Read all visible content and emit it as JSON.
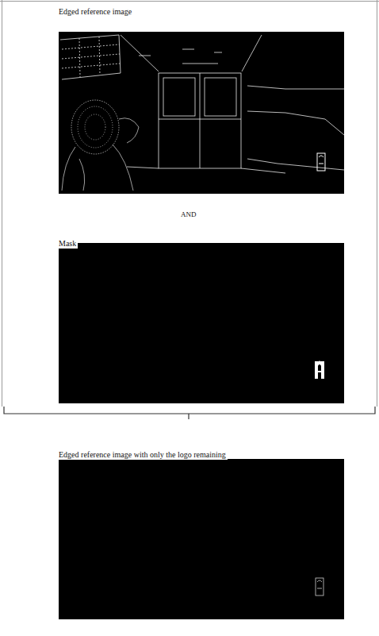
{
  "diagram": {
    "nodes": [
      {
        "text": [
          "Edged reference image"
        ]
      },
      {
        "text": [
          "Mask"
        ]
      },
      {
        "text": [
          "Edged reference image with only the logo remaining"
        ]
      }
    ],
    "labels": [
      "AND"
    ]
  }
}
